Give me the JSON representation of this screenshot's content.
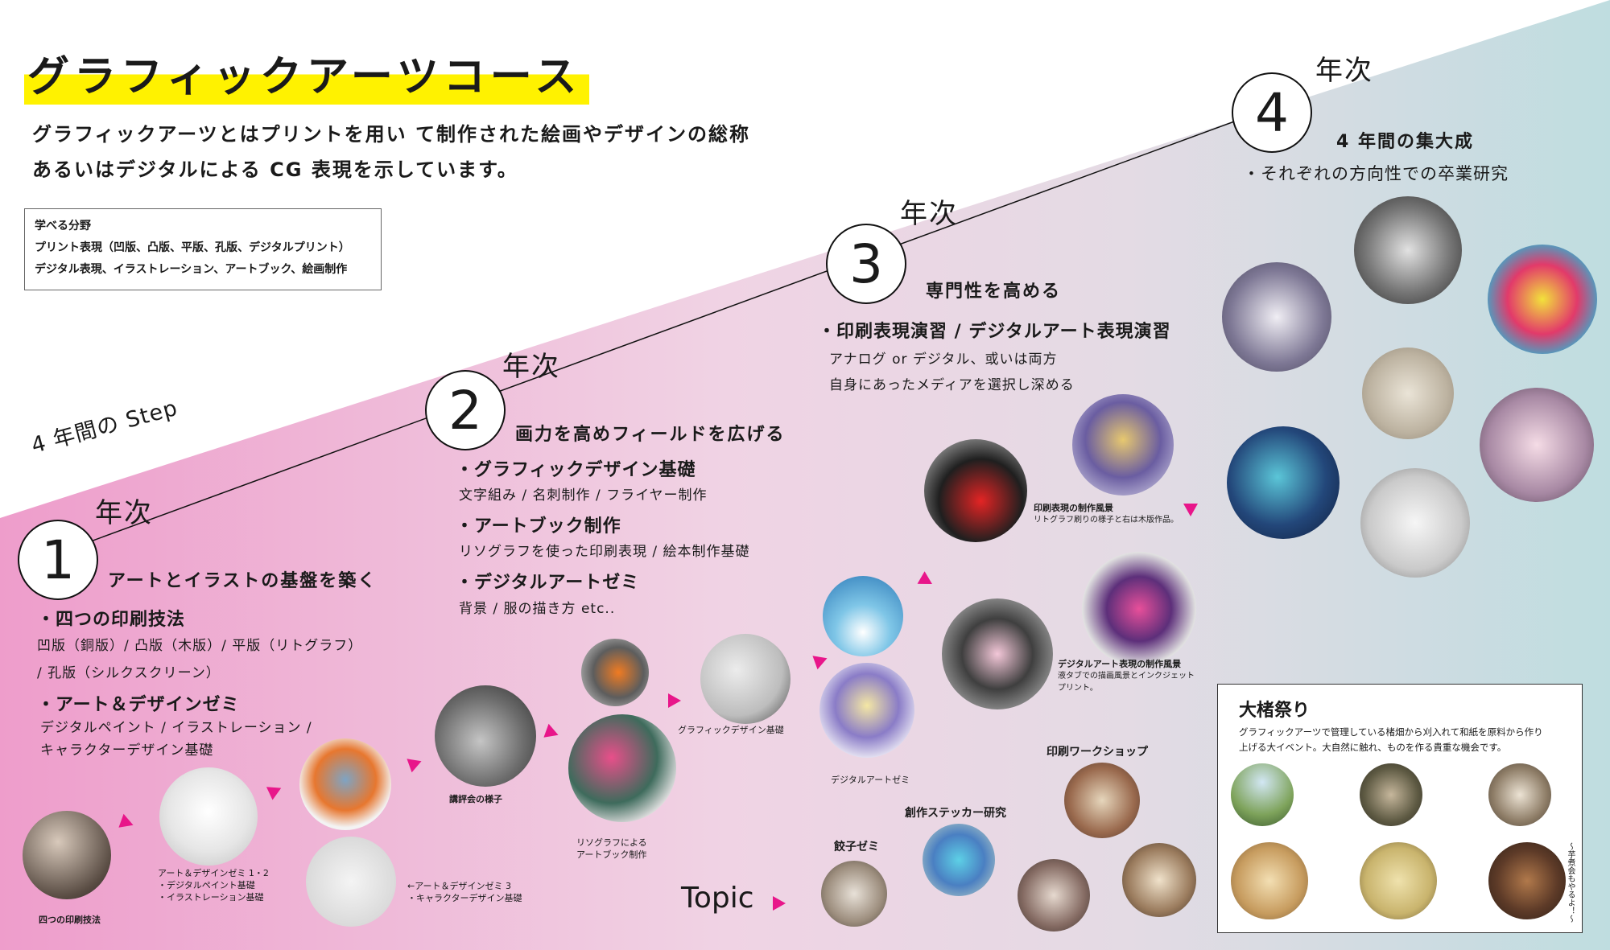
{
  "header": {
    "title": "グラフィックアーツコース",
    "intro_line1": "グラフィックアーツとはプリントを用い て制作された絵画やデザインの総称",
    "intro_line2": "あるいはデジタルによる CG 表現を示しています。"
  },
  "fields_box": {
    "heading": "学べる分野",
    "line1": "プリント表現（凹版、凸版、平版、孔版、デジタルプリント）",
    "line2": "デジタル表現、イラストレーション、アートブック、絵画制作"
  },
  "step_label": "4 年間の Step",
  "year_suffix": "年次",
  "years": [
    {
      "number": "1",
      "heading": "アートとイラストの基盤を築く",
      "subs": [
        "・四つの印刷技法",
        "・アート＆デザインゼミ"
      ],
      "details": [
        "凹版（銅版）/ 凸版（木版）/ 平版（リトグラフ）",
        "/ 孔版（シルクスクリーン）",
        "デジタルペイント / イラストレーション /",
        "キャラクターデザイン基礎"
      ]
    },
    {
      "number": "2",
      "heading": "画力を高めフィールドを広げる",
      "subs": [
        "・グラフィックデザイン基礎",
        "・アートブック制作",
        "・デジタルアートゼミ"
      ],
      "details": [
        "文字組み / 名刺制作 / フライヤー制作",
        "リソグラフを使った印刷表現 / 絵本制作基礎",
        "背景 / 服の描き方 etc.."
      ]
    },
    {
      "number": "3",
      "heading": "専門性を高める",
      "subs": [
        "・印刷表現演習 / デジタルアート表現演習"
      ],
      "details": [
        "アナログ or デジタル、或いは両方",
        "自身にあったメディアを選択し深める"
      ]
    },
    {
      "number": "4",
      "heading": "4 年間の集大成",
      "subs": [
        "・それぞれの方向性での卒業研究"
      ],
      "details": []
    }
  ],
  "captions": {
    "four_print": "四つの印刷技法",
    "ad_seminar12_title": "アート＆デザインゼミ 1・2",
    "ad_seminar12_l1": "・デジタルペイント基礎",
    "ad_seminar12_l2": "・イラストレーション基礎",
    "ad_seminar3_title": "←アート＆デザインゼミ 3",
    "ad_seminar3_l1": "・キャラクターデザイン基礎",
    "critique": "講評会の様子",
    "riso_l1": "リソグラフによる",
    "riso_l2": "アートブック制作",
    "graphic_design": "グラフィックデザイン基礎",
    "digital_art_seminar": "デジタルアートゼミ",
    "print_scene_title": "印刷表現の制作風景",
    "print_scene_desc": "リトグラフ刷りの様子と右は木版作品。",
    "digital_scene_title": "デジタルアート表現の制作風景",
    "digital_scene_l1": "液タブでの描画風景とインクジェット",
    "digital_scene_l2": "プリント。"
  },
  "topic": {
    "label": "Topic",
    "gyoza": "餃子ゼミ",
    "sticker": "創作ステッカー研究",
    "workshop": "印刷ワークショップ"
  },
  "festival": {
    "title": "大楮祭り",
    "desc_l1": "グラフィックアーツで管理している楮畑から刈入れて和紙を原料から作り",
    "desc_l2": "上げる大イベント。大自然に触れ、ものを作る貴重な機会です。",
    "vertical_note": "〜芋煮会もやるよ！〜"
  },
  "colors": {
    "accent": "#e8168a",
    "highlight": "#fff200",
    "pink": "#ecaacf",
    "teal": "#bfdde0"
  }
}
